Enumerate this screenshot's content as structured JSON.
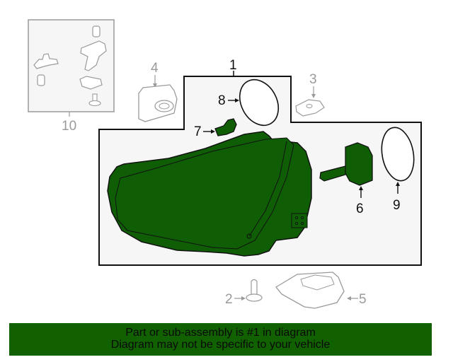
{
  "diagram": {
    "title": "Headlamp assembly parts diagram",
    "colors": {
      "highlight_fill": "#0f5e05",
      "outline_dark": "#111111",
      "outline_gray": "#9a9a9a",
      "box_fill": "#f6f6f6",
      "banner_bg": "#116101"
    },
    "callouts": [
      {
        "number": "1",
        "part": "headlamp-assembly",
        "highlighted": true
      },
      {
        "number": "2",
        "part": "screw",
        "highlighted": false
      },
      {
        "number": "3",
        "part": "clip-nut",
        "highlighted": false
      },
      {
        "number": "4",
        "part": "control-module",
        "highlighted": false
      },
      {
        "number": "5",
        "part": "ballast-module",
        "highlighted": false
      },
      {
        "number": "6",
        "part": "bulb-socket",
        "highlighted": true
      },
      {
        "number": "7",
        "part": "bulb",
        "highlighted": true
      },
      {
        "number": "8",
        "part": "cover-cap-seal",
        "highlighted": true
      },
      {
        "number": "9",
        "part": "cover-cap-seal",
        "highlighted": true
      },
      {
        "number": "10",
        "part": "repair-kit",
        "highlighted": false
      }
    ]
  },
  "banner": {
    "line1": "Part or sub-assembly is #1 in diagram",
    "line2": "Diagram may not be specific to your vehicle"
  }
}
